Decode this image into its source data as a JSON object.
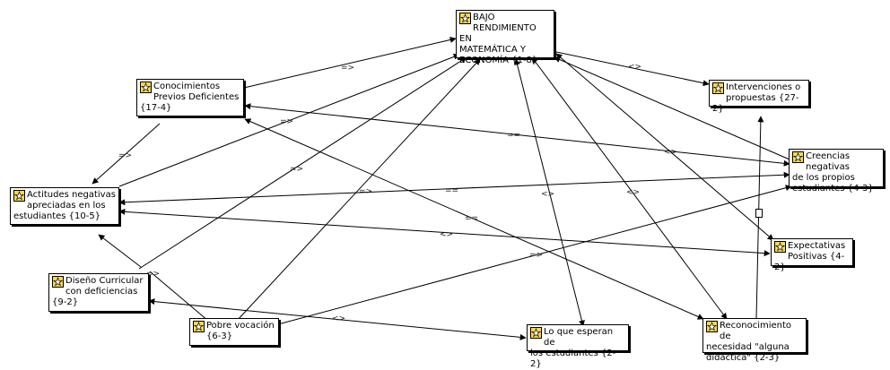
{
  "nodes": {
    "bajo": {
      "label": "BAJO\nRENDIMIENTO EN\nMATEMÁTICA Y\nECONOMÍA {1-8}"
    },
    "conocimientos": {
      "label": "Conocimientos\nPrevios Deficientes\n{17-4}"
    },
    "intervenciones": {
      "label": "Intervenciones o\npropuestas {27-2}"
    },
    "creencias": {
      "label": "Creencias negativas\nde los propios\nestudiantes {4-3}"
    },
    "actitudes": {
      "label": "Actitudes negativas\napreciadas en los\nestudiantes {10-5}"
    },
    "expectativas": {
      "label": "Expectativas\nPositivas {4-2}"
    },
    "diseno": {
      "label": "Diseño Curricular\ncon deficiencias\n{9-2}"
    },
    "pobre": {
      "label": "Pobre vocación\n{6-3}"
    },
    "loque": {
      "label": "Lo que esperan de\nlos estudiantes {2-2}"
    },
    "reconocimiento": {
      "label": "Reconocimiento de\nnecesidad \"alguna\ndidáctica\" {2-3}"
    }
  },
  "edge_labels": {
    "conocimientos_bajo": "=>",
    "bajo_intervenciones": "<>",
    "conocimientos_actitudes": "=>",
    "actitudes_bajo": "=>",
    "conocimientos_creencias": "==",
    "creencias_bajo": "<>",
    "diseno_bajo": "=>",
    "actitudes_creencias": "==",
    "loque_bajo": "<>",
    "conocimientos_reconocimiento": "==",
    "reconocimiento_bajo": "<>",
    "actitudes_expectativas": "<>",
    "pobre_creencias": "=>",
    "diseno_actitudes": "=>",
    "diseno_loque": "<>"
  }
}
